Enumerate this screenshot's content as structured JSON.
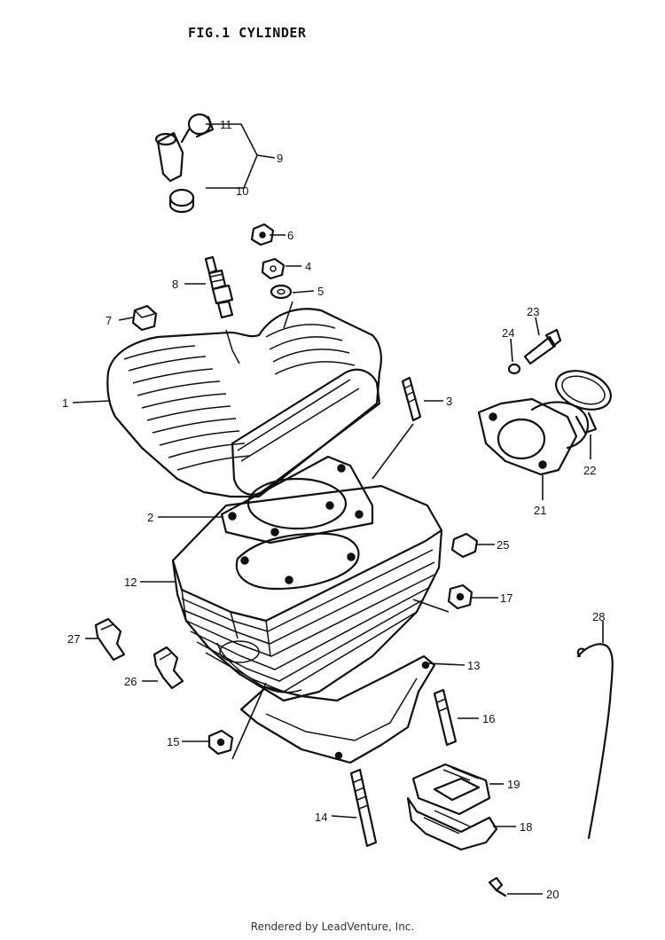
{
  "figure": {
    "title": "FIG.1  CYLINDER"
  },
  "callouts": {
    "c1": "1",
    "c2": "2",
    "c3": "3",
    "c4": "4",
    "c5": "5",
    "c6": "6",
    "c7": "7",
    "c8": "8",
    "c9": "9",
    "c10": "10",
    "c11": "11",
    "c12": "12",
    "c13": "13",
    "c14": "14",
    "c15": "15",
    "c16": "16",
    "c17": "17",
    "c18": "18",
    "c19": "19",
    "c20": "20",
    "c21": "21",
    "c22": "22",
    "c23": "23",
    "c24": "24",
    "c25": "25",
    "c26": "26",
    "c27": "27",
    "c28": "28"
  },
  "footer": {
    "text": "Rendered by LeadVenture, Inc."
  },
  "colors": {
    "ink": "#111111",
    "background": "#ffffff"
  }
}
